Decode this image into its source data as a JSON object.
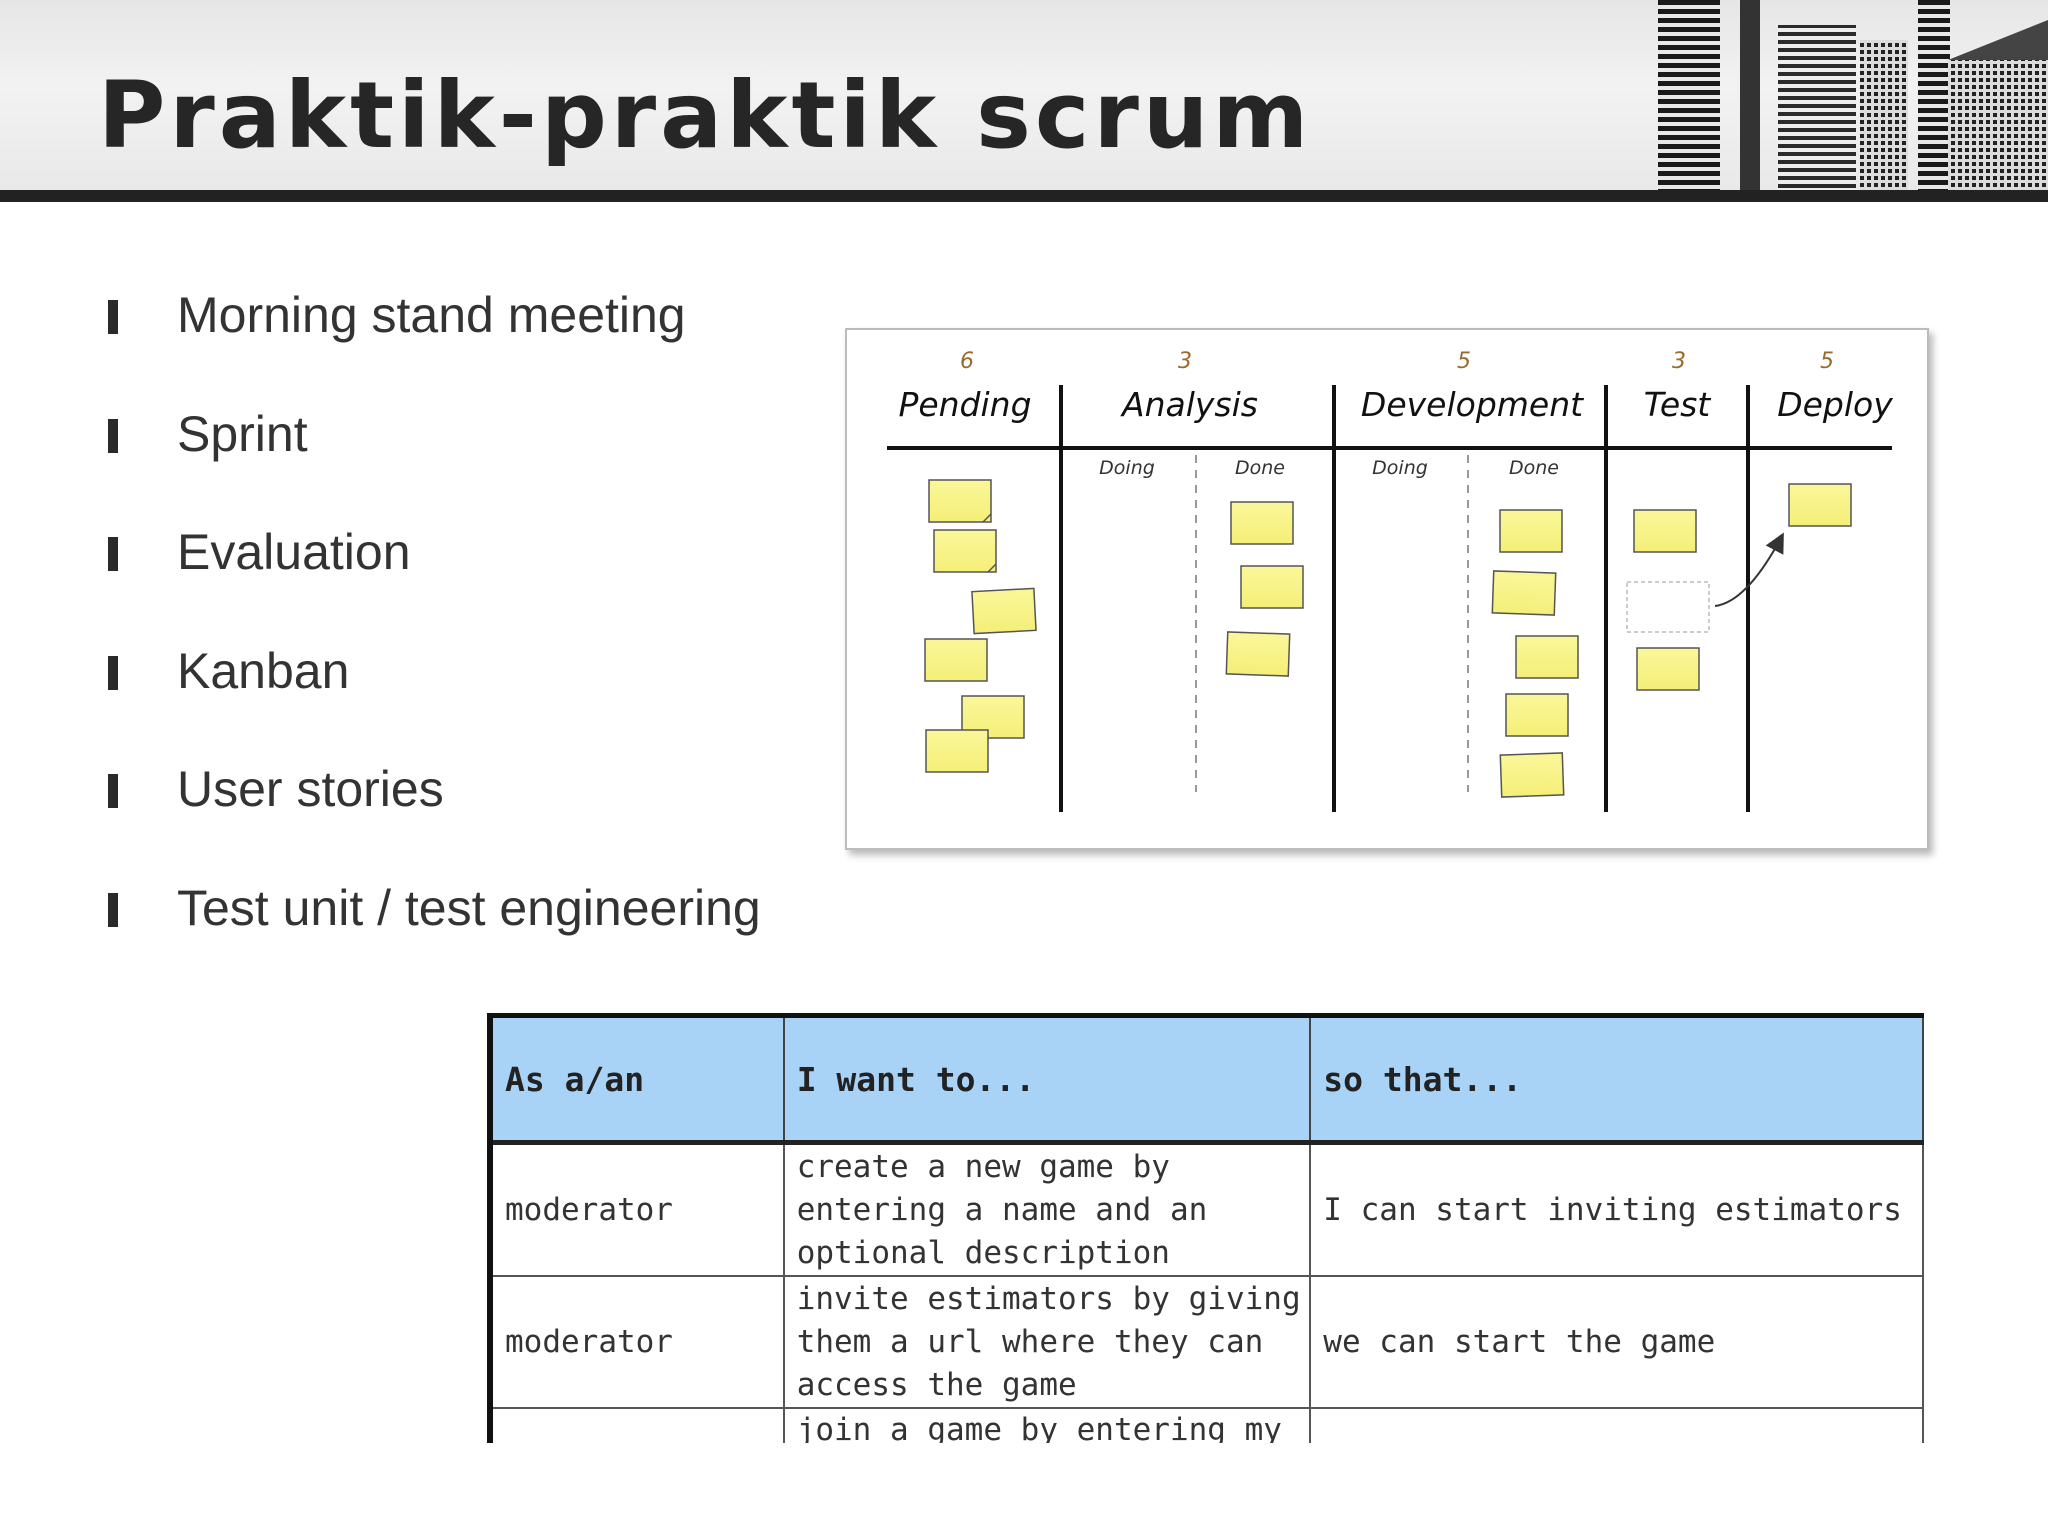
{
  "slide": {
    "title": "Praktik-praktik scrum",
    "bullets": [
      "Morning stand meeting",
      "Sprint",
      "Evaluation",
      "Kanban",
      "User stories",
      "Test unit / test engineering"
    ]
  },
  "kanban": {
    "columns": [
      {
        "name": "Pending",
        "wip": "6"
      },
      {
        "name": "Analysis",
        "wip": "3"
      },
      {
        "name": "Development",
        "wip": "5"
      },
      {
        "name": "Test",
        "wip": "3"
      },
      {
        "name": "Deploy",
        "wip": "5"
      }
    ],
    "sub_labels": {
      "doing": "Doing",
      "done": "Done"
    },
    "note_color": "#f8f48c"
  },
  "user_stories": {
    "headers": [
      "As a/an",
      "I want to...",
      "so that..."
    ],
    "rows": [
      {
        "role": "moderator",
        "want": "create a new game by entering a name and an optional description",
        "so_that": "I can start inviting estimators"
      },
      {
        "role": "moderator",
        "want": "invite estimators by giving them a url where they can access the game",
        "so_that": "we can start the game"
      },
      {
        "role": "",
        "want": "join a game by entering my",
        "so_that": ""
      }
    ],
    "header_color": "#a9d2f7"
  }
}
